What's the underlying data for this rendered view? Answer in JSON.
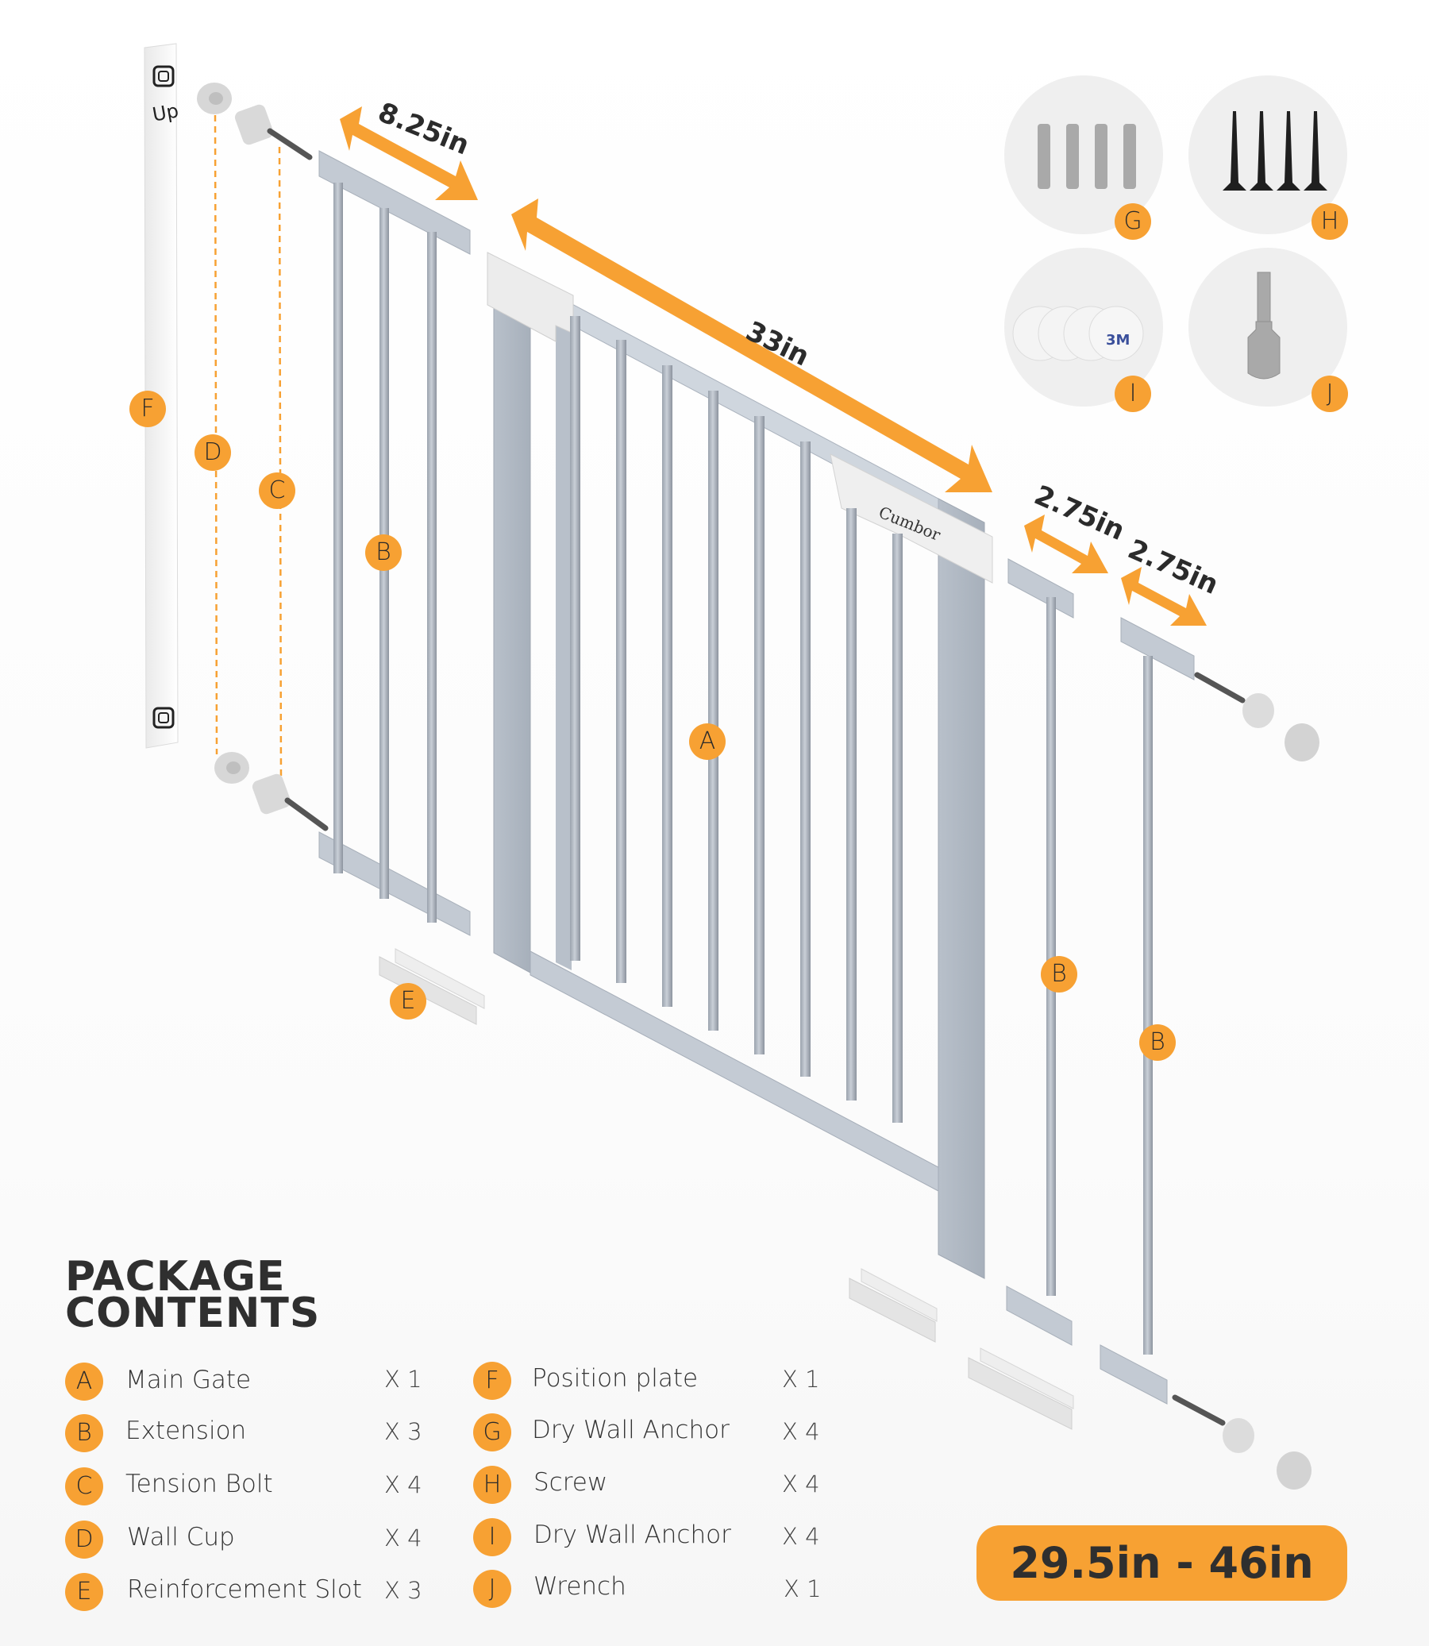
{
  "diagram": {
    "dimensions": {
      "extension_left": "8.25in",
      "main_gate": "33in",
      "extension_right_1": "2.75in",
      "extension_right_2": "2.75in"
    },
    "position_plate_label": "Up",
    "brand_on_gate": "Cumbor",
    "callouts": {
      "A": "A",
      "B": "B",
      "C": "C",
      "D": "D",
      "E": "E",
      "F": "F",
      "G": "G",
      "H": "H",
      "I": "I",
      "J": "J"
    },
    "small_parts": [
      {
        "letter": "G",
        "icon": "drywall-anchor-icon"
      },
      {
        "letter": "H",
        "icon": "screw-icon"
      },
      {
        "letter": "I",
        "icon": "adhesive-pad-icon",
        "pad_text": "3M"
      },
      {
        "letter": "J",
        "icon": "wrench-icon"
      }
    ]
  },
  "package_contents": {
    "title_line1": "PACKAGE",
    "title_line2": "CONTENTS",
    "left_column": [
      {
        "letter": "A",
        "name": "Main Gate",
        "qty": "X 1"
      },
      {
        "letter": "B",
        "name": "Extension",
        "qty": "X 3"
      },
      {
        "letter": "C",
        "name": "Tension Bolt",
        "qty": "X 4"
      },
      {
        "letter": "D",
        "name": "Wall Cup",
        "qty": "X 4"
      },
      {
        "letter": "E",
        "name": "Reinforcement Slot",
        "qty": "X 3"
      }
    ],
    "right_column": [
      {
        "letter": "F",
        "name": "Position plate",
        "qty": "X 1"
      },
      {
        "letter": "G",
        "name": "Dry Wall Anchor",
        "qty": "X 4"
      },
      {
        "letter": "H",
        "name": "Screw",
        "qty": "X 4"
      },
      {
        "letter": "I",
        "name": "Dry Wall Anchor",
        "qty": "X 4"
      },
      {
        "letter": "J",
        "name": "Wrench",
        "qty": "X 1"
      }
    ]
  },
  "size_range": "29.5in - 46in",
  "colors": {
    "accent": "#f7a133",
    "text_dark": "#2f2f2f",
    "metal": "#b9c0c9",
    "metal_dark": "#8e959f",
    "part_circle_bg": "#efefef"
  }
}
